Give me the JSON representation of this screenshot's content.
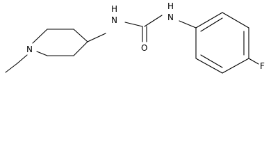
{
  "molecule": {
    "atoms": {
      "n_ring": "N",
      "n_amide_left": "N",
      "n_amide_left_h": "H",
      "n_amide_right": "N",
      "n_amide_right_h": "H",
      "carbonyl_o": "O",
      "fluorine": "F"
    },
    "colors": {
      "bond": "#000000",
      "label": "#000000",
      "background": "#ffffff"
    }
  }
}
